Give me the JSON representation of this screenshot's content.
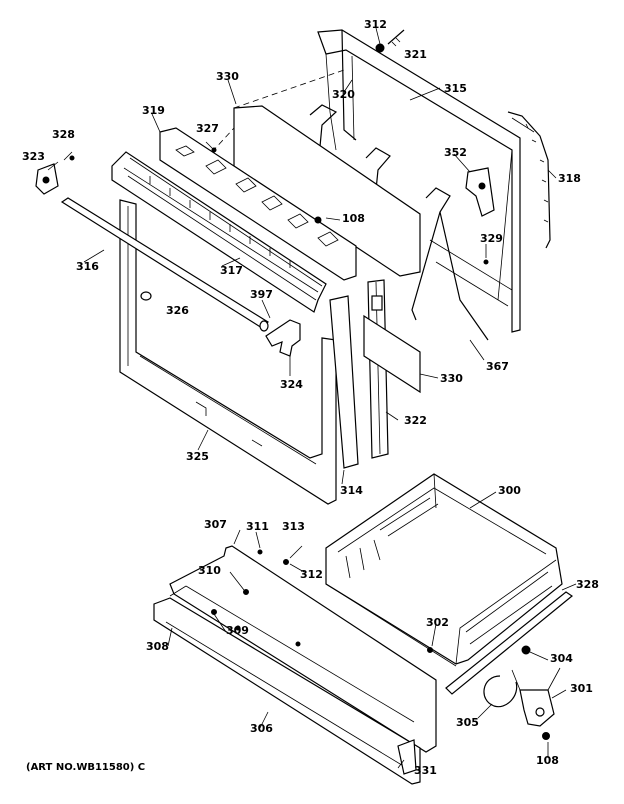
{
  "diagram": {
    "caption": "(ART NO.WB11580) C",
    "labels": {
      "p300": "300",
      "p301": "301",
      "p302": "302",
      "p304": "304",
      "p305": "305",
      "p306": "306",
      "p307": "307",
      "p308": "308",
      "p309": "309",
      "p310": "310",
      "p311": "311",
      "p312a": "312",
      "p312b": "312",
      "p313": "313",
      "p314": "314",
      "p315": "315",
      "p316": "316",
      "p317": "317",
      "p318": "318",
      "p319": "319",
      "p320": "320",
      "p321": "321",
      "p322": "322",
      "p323": "323",
      "p324": "324",
      "p325": "325",
      "p326": "326",
      "p327": "327",
      "p328": "328",
      "p329": "329",
      "p330a": "330",
      "p330b": "330",
      "p331": "331",
      "p352": "352",
      "p367": "367",
      "p397": "397",
      "p108a": "108",
      "p108b": "108",
      "p328b": "328"
    }
  }
}
